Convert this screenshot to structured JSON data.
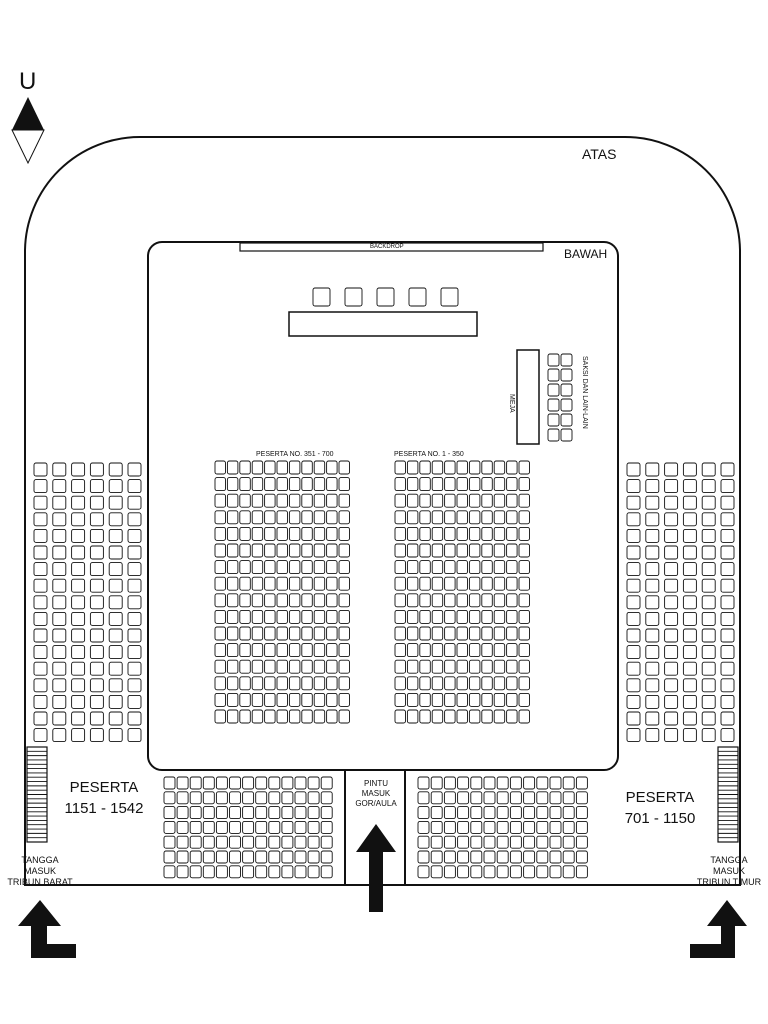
{
  "compass": {
    "label": "U"
  },
  "levels": {
    "upper": "ATAS",
    "lower": "BAWAH"
  },
  "stage": {
    "backdrop": "BACKDROP"
  },
  "table": {
    "label": "MEJA",
    "witness_label": "SAKSI DAN LAIN-LAIN"
  },
  "sections": {
    "center_left": "PESERTA NO. 351 - 700",
    "center_right": "PESERTA NO. 1 - 350",
    "west": {
      "title": "PESERTA",
      "range": "1151 - 1542"
    },
    "east": {
      "title": "PESERTA",
      "range": "701 - 1150"
    }
  },
  "entrance": {
    "line1": "PINTU",
    "line2": "MASUK",
    "line3": "GOR/AULA"
  },
  "stairs_west": {
    "line1": "TANGGA",
    "line2": "MASUK",
    "line3": "TRIBUN BARAT"
  },
  "stairs_east": {
    "line1": "TANGGA",
    "line2": "MASUK",
    "line3": "TRIBUN TIMUR"
  }
}
